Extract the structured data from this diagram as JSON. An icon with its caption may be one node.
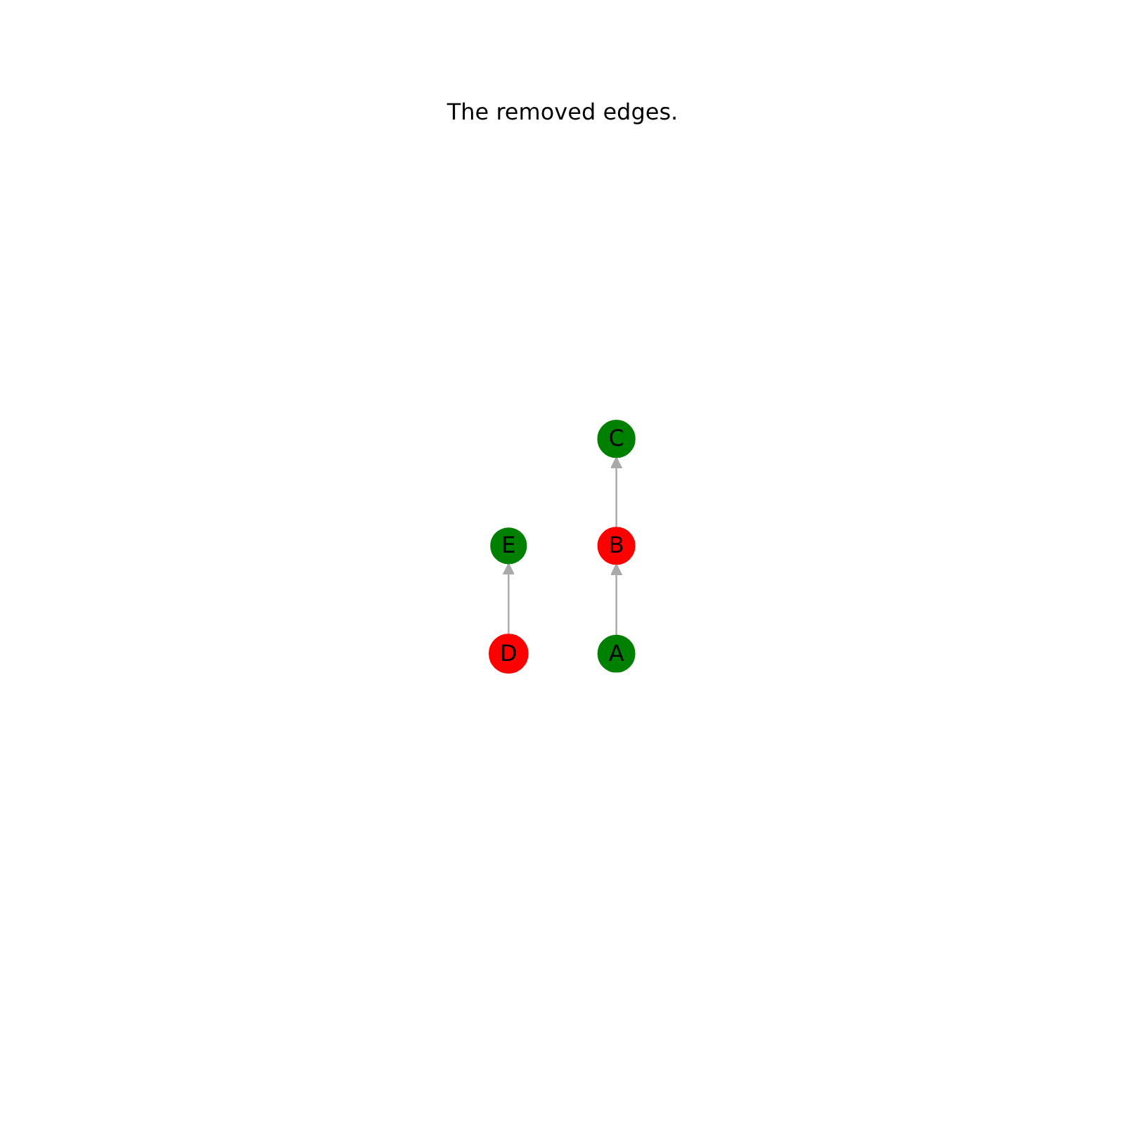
{
  "diagram": {
    "title": "The removed edges.",
    "nodes": [
      {
        "text": [
          "E"
        ]
      },
      {
        "text": [
          "D"
        ]
      },
      {
        "text": [
          "C"
        ]
      },
      {
        "text": [
          "A"
        ]
      },
      {
        "text": [
          "B"
        ]
      }
    ],
    "edges": [
      {
        "from": 3,
        "to": 4,
        "arrow": "to"
      },
      {
        "from": 4,
        "to": 2,
        "arrow": "to"
      },
      {
        "from": 1,
        "to": 0,
        "arrow": "to"
      }
    ]
  }
}
